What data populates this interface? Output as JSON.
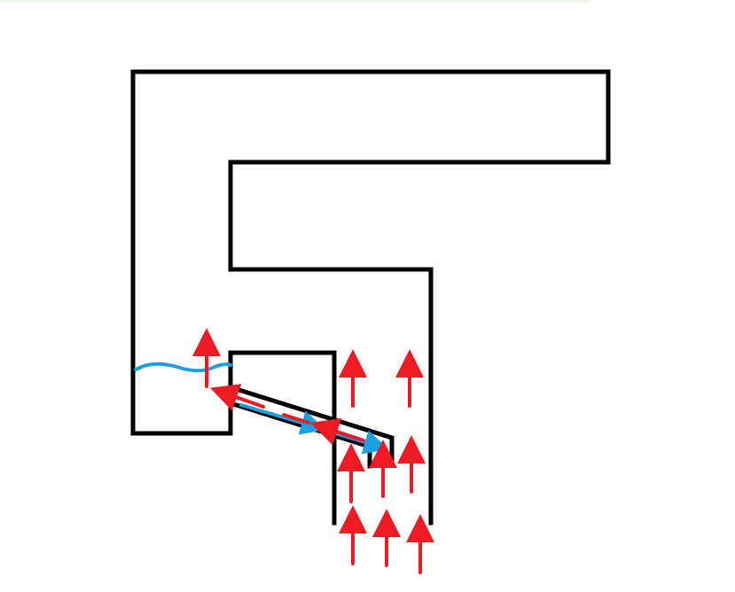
{
  "colors": {
    "background": "#ffffff",
    "top_strip": "#eef6ea",
    "wall": "#000000",
    "flow_arrow": "#ed1c24",
    "water": "#1ba1e2"
  },
  "diagram": {
    "components": [
      "outer-frame",
      "inner-cavity",
      "lower-box",
      "inclined-pipe",
      "vertical-channel",
      "water-surface",
      "upward-flow-arrows",
      "pipe-flow-arrows"
    ],
    "upward_arrow_count": 9,
    "pipe_arrow_count": 3
  }
}
